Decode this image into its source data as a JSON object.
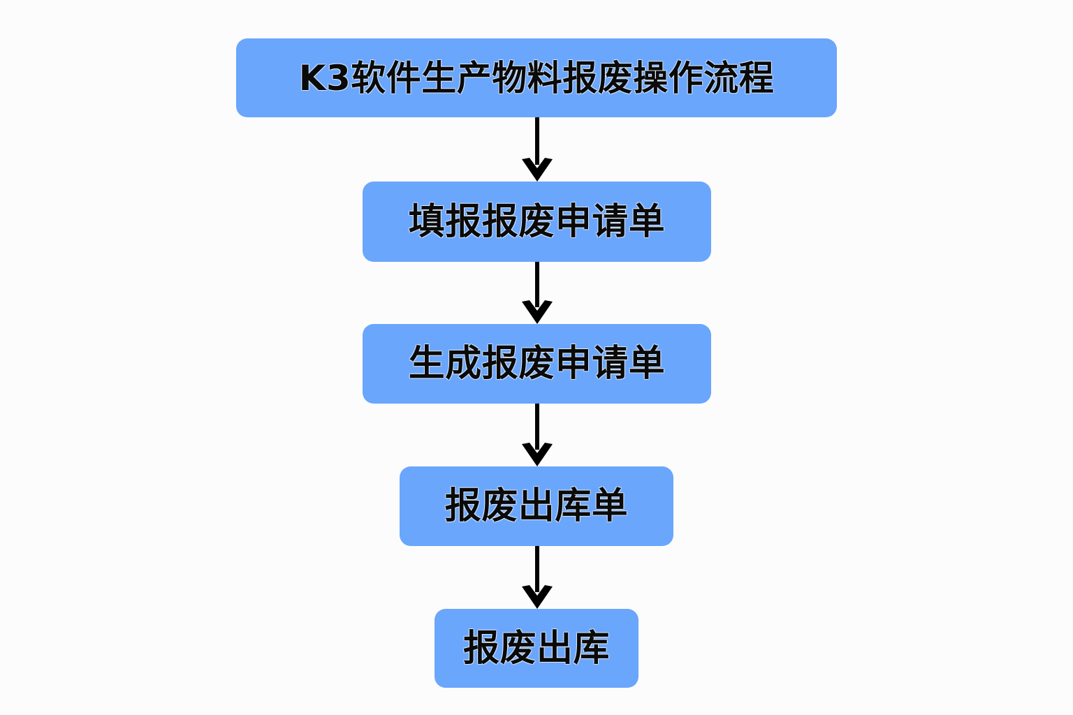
{
  "diagram": {
    "type": "flowchart",
    "orientation": "top-to-bottom",
    "background_color": "#fcfcfc",
    "node_fill_color": "#6aa6fc",
    "node_text_color": "#0a0a0a",
    "connector_color": "#000000",
    "title": "K3软件生产物料报废操作流程",
    "nodes": [
      {
        "id": "title",
        "label": "K3软件生产物料报废操作流程"
      },
      {
        "id": "fill-application",
        "label": "填报报废申请单"
      },
      {
        "id": "generate-application",
        "label": "生成报废申请单"
      },
      {
        "id": "scrap-outbound-order",
        "label": "报废出库单"
      },
      {
        "id": "scrap-outbound",
        "label": "报废出库"
      }
    ],
    "edges": [
      {
        "from": "title",
        "to": "fill-application",
        "label": ""
      },
      {
        "from": "fill-application",
        "to": "generate-application",
        "label": ""
      },
      {
        "from": "generate-application",
        "to": "scrap-outbound-order",
        "label": ""
      },
      {
        "from": "scrap-outbound-order",
        "to": "scrap-outbound",
        "label": ""
      }
    ]
  }
}
